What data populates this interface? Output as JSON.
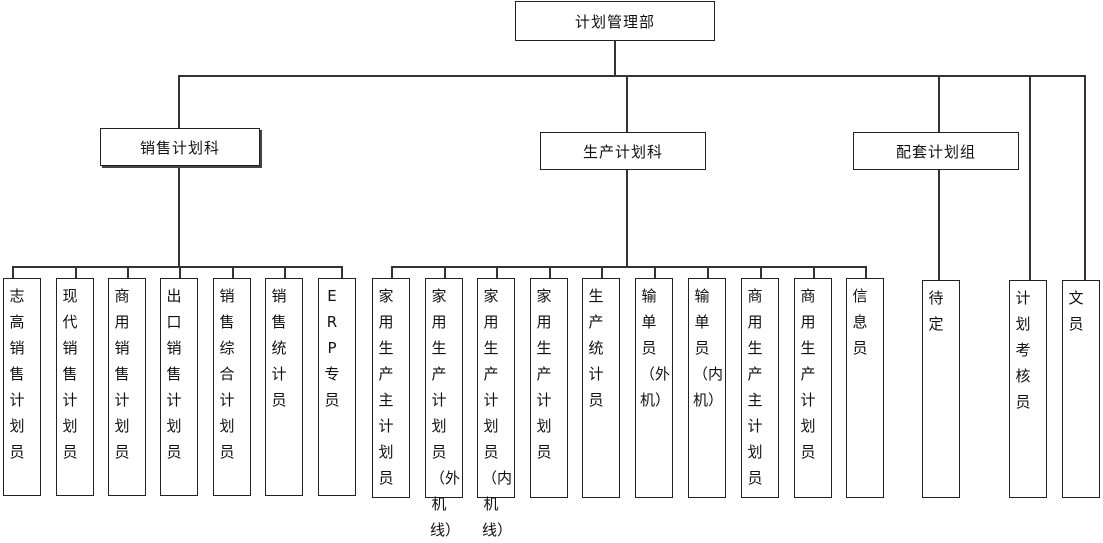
{
  "org_chart": {
    "root": "计划管理部",
    "departments": [
      {
        "label": "销售计划科",
        "roles": [
          "志高销售计划员",
          "现代销售计划员",
          "商用销售计划员",
          "出口销售计划员",
          "销售综合计划员",
          "销售统计员",
          "ERP专员"
        ]
      },
      {
        "label": "生产计划科",
        "roles": [
          "家用生产主计划员",
          "家用生产计划员（外机线）",
          "家用生产计划员（内机线）",
          "家用生产计划员",
          "生产统计员",
          "输单员（外机）",
          "输单员（内机）",
          "商用生产主计划员",
          "商用生产计划员",
          "信息员"
        ]
      },
      {
        "label": "配套计划组",
        "roles": [
          "待定"
        ]
      }
    ],
    "direct_roles": [
      "计划考核员",
      "文员"
    ]
  }
}
